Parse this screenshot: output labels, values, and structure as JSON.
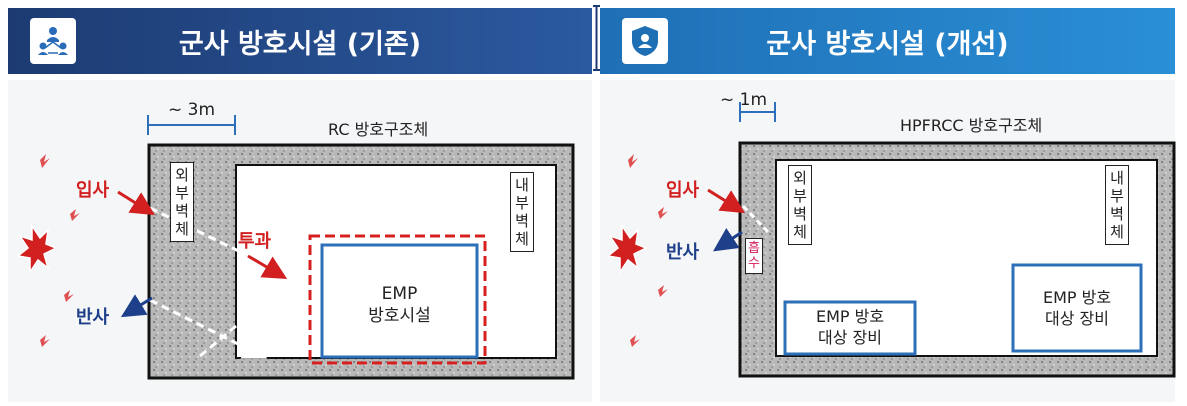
{
  "left": {
    "title": "군사 방호시설 (기존)",
    "icon": "people-network-icon",
    "scale_label": "~ 3m",
    "structure_label": "RC 방호구조체",
    "outer_wall": [
      "외",
      "부",
      "벽",
      "체"
    ],
    "inner_wall": [
      "내",
      "부",
      "벽",
      "체"
    ],
    "incident": "입사",
    "reflection": "반사",
    "transmission": "투과",
    "facility": [
      "EMP",
      "방호시설"
    ]
  },
  "right": {
    "title": "군사 방호시설 (개선)",
    "icon": "shield-user-icon",
    "scale_label": "1m",
    "structure_label": "HPFRCC 방호구조체",
    "outer_wall": [
      "외",
      "부",
      "벽",
      "체"
    ],
    "inner_wall": [
      "내",
      "부",
      "벽",
      "체"
    ],
    "incident": "입사",
    "reflection": "반사",
    "absorption": [
      "흡",
      "수"
    ],
    "equip_small": [
      "EMP 방호",
      "대상 장비"
    ],
    "equip_large": [
      "EMP 방호",
      "대상 장비"
    ]
  },
  "colors": {
    "left_header": "#1d3b72",
    "right_header": "#1f6fb5",
    "incident": "#d22020",
    "reflection": "#1e3f8a",
    "emp_box": "#2d6fb8",
    "dashed": "#d62020"
  }
}
